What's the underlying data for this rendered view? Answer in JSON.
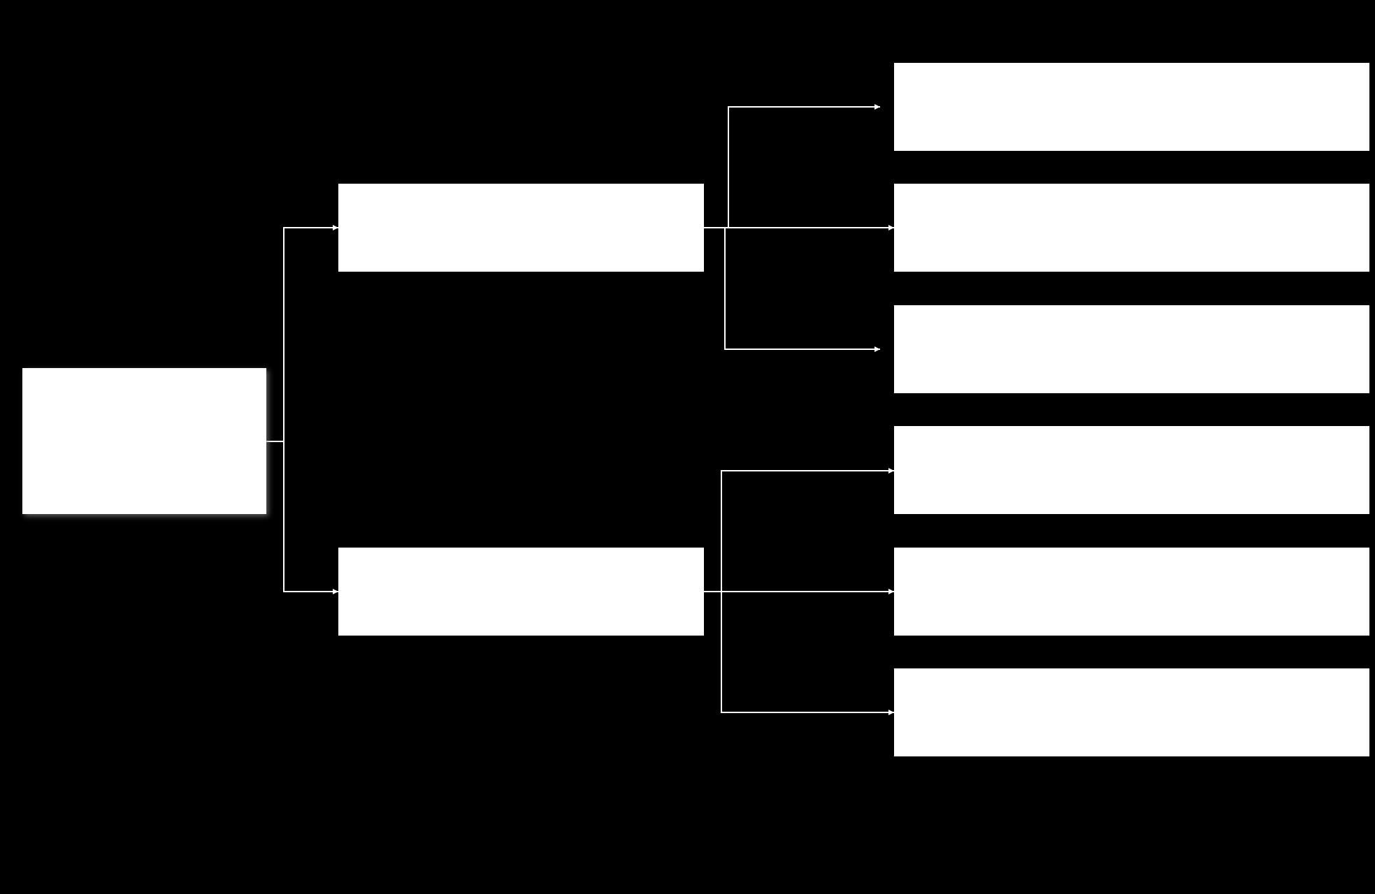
{
  "diagram": {
    "type": "tree",
    "colors": {
      "background": "#000000",
      "node_fill": "#ffffff",
      "connector": "#ffffff"
    },
    "nodes": [
      {
        "id": "root",
        "level": 0,
        "label": ""
      },
      {
        "id": "branch-1",
        "level": 1,
        "parent": "root",
        "label": ""
      },
      {
        "id": "branch-2",
        "level": 1,
        "parent": "root",
        "label": ""
      },
      {
        "id": "leaf-1",
        "level": 2,
        "parent": "branch-1",
        "label": ""
      },
      {
        "id": "leaf-2",
        "level": 2,
        "parent": "branch-1",
        "label": ""
      },
      {
        "id": "leaf-3",
        "level": 2,
        "parent": "branch-1",
        "label": ""
      },
      {
        "id": "leaf-4",
        "level": 2,
        "parent": "branch-2",
        "label": ""
      },
      {
        "id": "leaf-5",
        "level": 2,
        "parent": "branch-2",
        "label": ""
      },
      {
        "id": "leaf-6",
        "level": 2,
        "parent": "branch-2",
        "label": ""
      }
    ],
    "edges": [
      {
        "from": "root",
        "to": "branch-1"
      },
      {
        "from": "root",
        "to": "branch-2"
      },
      {
        "from": "branch-1",
        "to": "leaf-1"
      },
      {
        "from": "branch-1",
        "to": "leaf-2"
      },
      {
        "from": "branch-1",
        "to": "leaf-3"
      },
      {
        "from": "branch-2",
        "to": "leaf-4"
      },
      {
        "from": "branch-2",
        "to": "leaf-5"
      },
      {
        "from": "branch-2",
        "to": "leaf-6"
      }
    ]
  }
}
